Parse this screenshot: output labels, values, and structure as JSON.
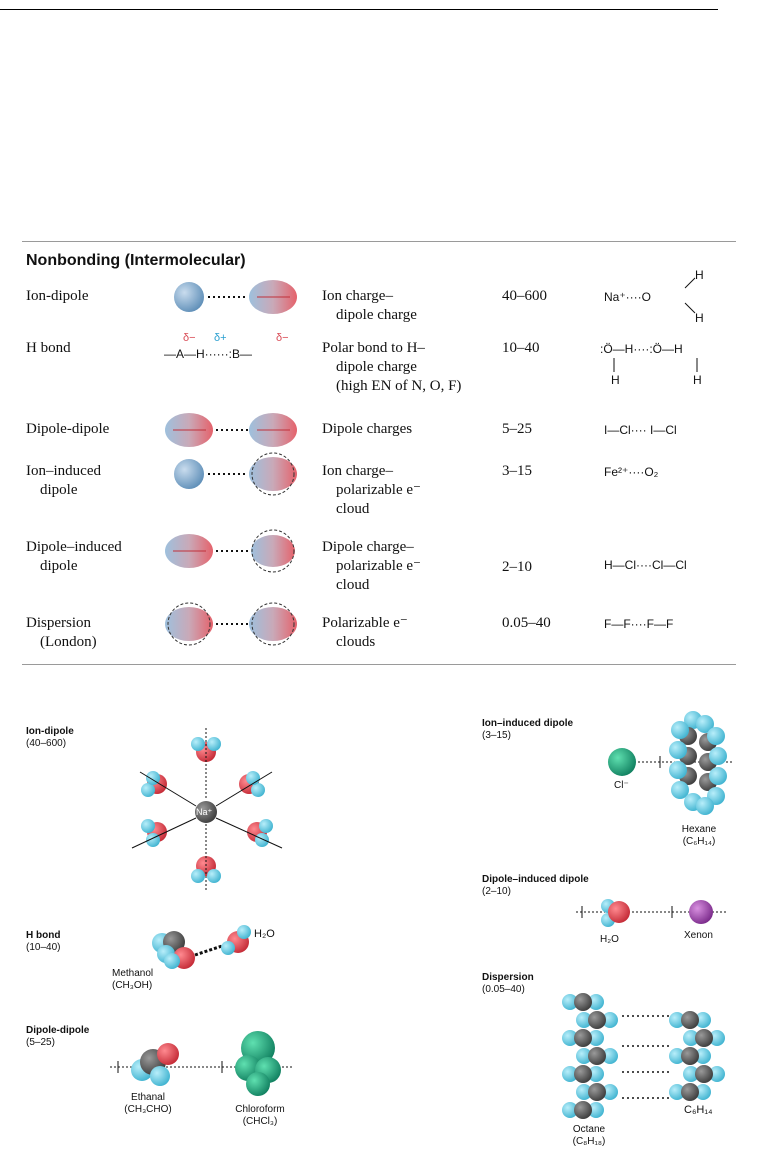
{
  "section_title": "Nonbonding (Intermolecular)",
  "rows": [
    {
      "name": [
        "Ion-dipole"
      ],
      "basis": [
        "Ion charge–",
        "dipole charge"
      ],
      "energy": "40–600",
      "example": "Na⁺····O"
    },
    {
      "name": [
        "H bond"
      ],
      "basis": [
        "Polar bond to H–",
        "dipole charge",
        "(high EN of N, O, F)"
      ],
      "energy": "10–40",
      "example": ":Ö—H····:Ö—H"
    },
    {
      "name": [
        "Dipole-dipole"
      ],
      "basis": [
        "Dipole charges"
      ],
      "energy": "5–25",
      "example": "I—Cl···· I—Cl"
    },
    {
      "name": [
        "Ion–induced",
        "dipole"
      ],
      "basis": [
        "Ion charge–",
        "polarizable e⁻",
        "cloud"
      ],
      "energy": "3–15",
      "example": "Fe²⁺····O₂"
    },
    {
      "name": [
        "Dipole–induced",
        "dipole"
      ],
      "basis": [
        "Dipole charge–",
        "polarizable e⁻",
        "cloud"
      ],
      "energy": "2–10",
      "example": "H—Cl····Cl—Cl"
    },
    {
      "name": [
        "Dispersion",
        "(London)"
      ],
      "basis": [
        "Polarizable e⁻",
        "clouds"
      ],
      "energy": "0.05–40",
      "example": "F—F····F—F"
    }
  ],
  "hbond_diagram": {
    "delta_minus_1": "δ−",
    "delta_plus": "δ+",
    "delta_minus_2": "δ−",
    "bond_text": "—A—H······:B—"
  },
  "example_extra": {
    "h": "H",
    "h2": "H",
    "plus": "+"
  },
  "illustrations": {
    "ion_dipole": {
      "title": "Ion-dipole",
      "range": "(40–600)",
      "ion": "Na⁺"
    },
    "hbond": {
      "title": "H bond",
      "range": "(10–40)",
      "water": "H₂O",
      "mol1": "Methanol",
      "mol1_formula": "(CH₃OH)"
    },
    "dipole_dipole": {
      "title": "Dipole-dipole",
      "range": "(5–25)",
      "mol1": "Ethanal",
      "mol1_formula": "(CH₃CHO)",
      "mol2": "Chloroform",
      "mol2_formula": "(CHCl₃)"
    },
    "ion_induced": {
      "title": "Ion–induced dipole",
      "range": "(3–15)",
      "ion": "Cl⁻",
      "mol": "Hexane",
      "mol_formula": "(C₆H₁₄)"
    },
    "dipole_induced": {
      "title": "Dipole–induced dipole",
      "range": "(2–10)",
      "mol1": "H₂O",
      "mol2": "Xenon"
    },
    "dispersion": {
      "title": "Dispersion",
      "range": "(0.05–40)",
      "mol1": "Octane",
      "mol1_formula": "(C₈H₁₈)",
      "mol2": "C₆H₁₄"
    }
  },
  "colors": {
    "red": "#d94b55",
    "blue": "#8fb4d4",
    "cyan": "#6fd0e6",
    "gray": "#4a4a4a",
    "green": "#1fa77c",
    "purple": "#9b4fa8"
  }
}
